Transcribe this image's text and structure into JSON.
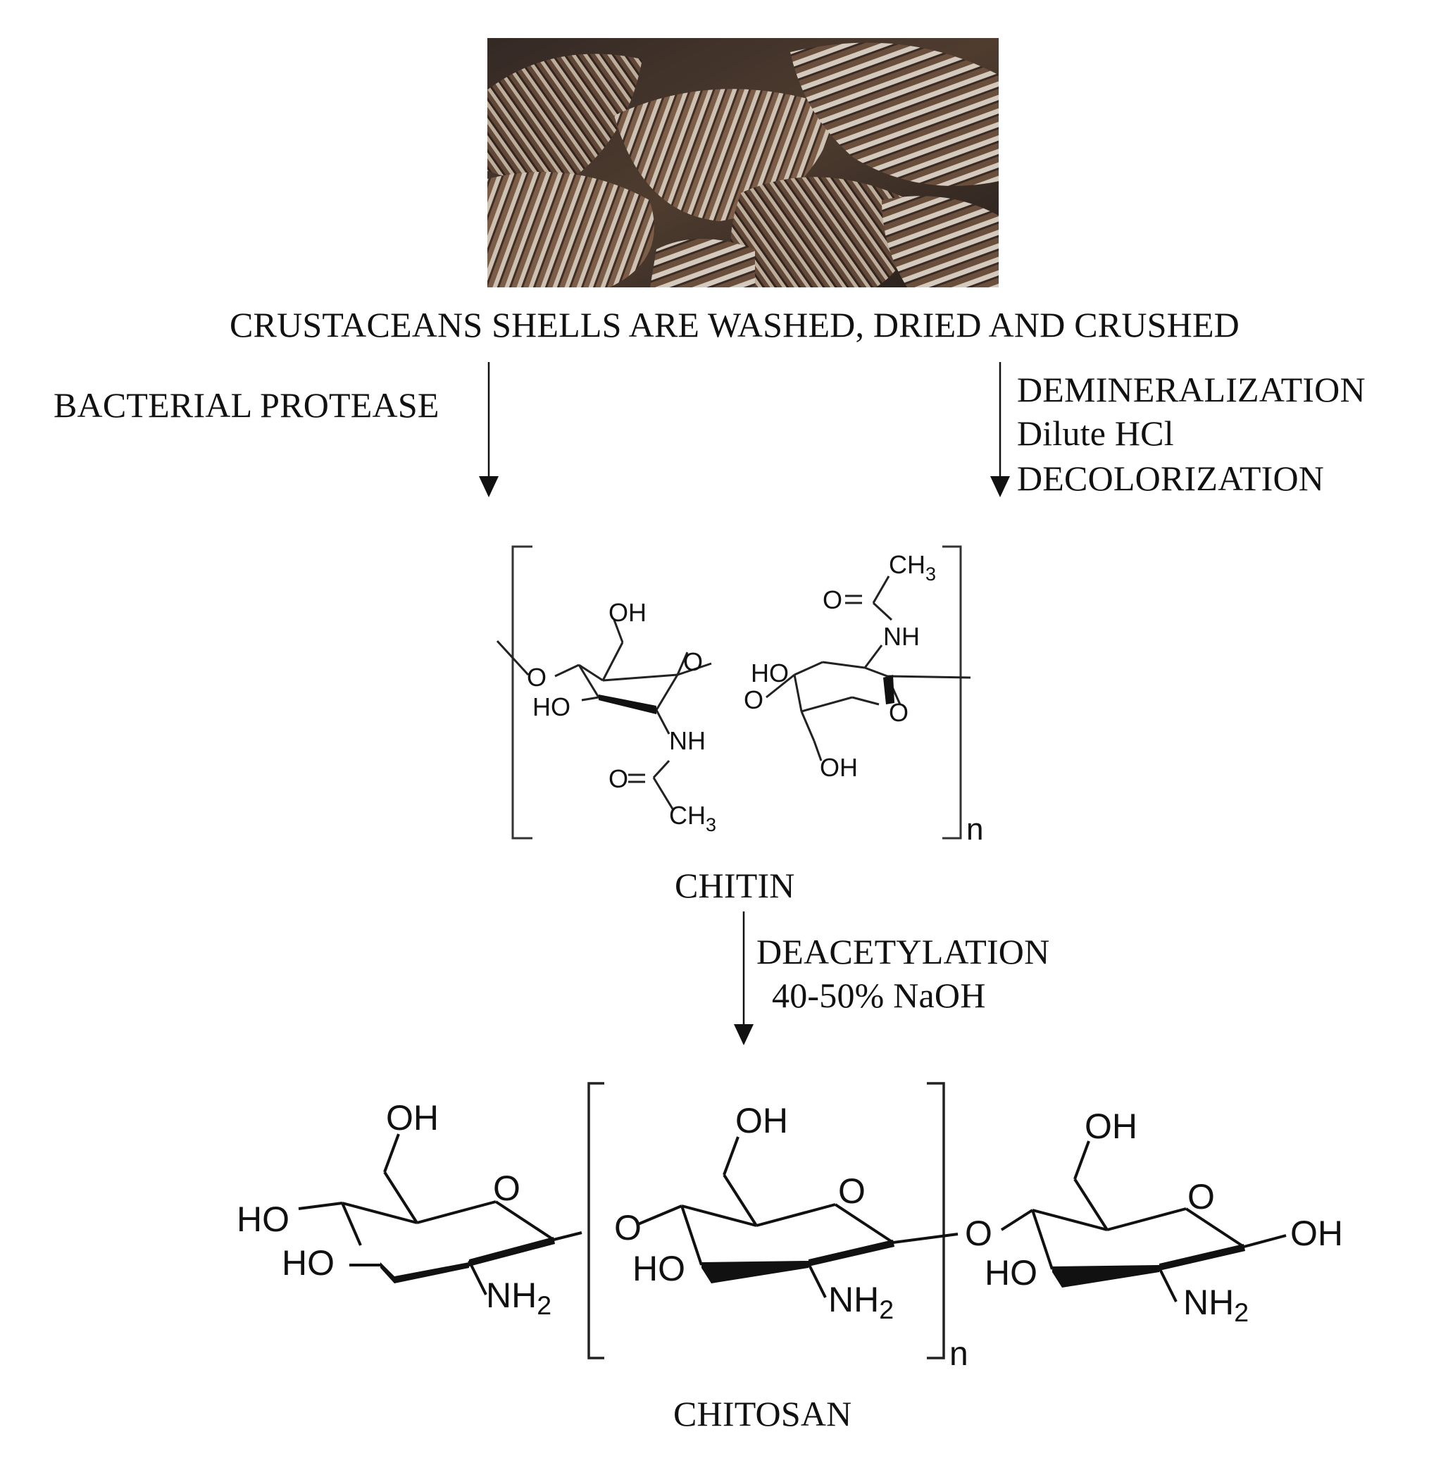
{
  "photo": {
    "icon": "seashells-photo"
  },
  "steps": {
    "washing": "CRUSTACEANS SHELLS ARE WASHED, DRIED AND CRUSHED",
    "left_treatment": "BACTERIAL PROTEASE",
    "right_treatment": [
      "DEMINERALIZATION",
      "Dilute HCl",
      "DECOLORIZATION"
    ],
    "deacetylation": [
      "DEACETYLATION",
      "40-50% NaOH"
    ]
  },
  "chitin": {
    "label": "CHITIN",
    "repeat_index": "n",
    "atoms": {
      "oh_top": "OH",
      "o_ring1": "O",
      "o_link_left": "O",
      "ho_ring1": "HO",
      "nh_ring1": "NH",
      "o_carbonyl1": "O",
      "ch3_1": "CH3",
      "o_glyco": "O",
      "ho_ring2": "HO",
      "nh_ring2": "NH",
      "o_carbonyl2": "O",
      "ch3_2": "CH3",
      "o_ring2": "O",
      "oh_bottom": "OH"
    }
  },
  "chitosan": {
    "label": "CHITOSAN",
    "repeat_index": "n",
    "atoms": {
      "left": {
        "oh": "OH",
        "ring_o": "O",
        "ho_c4": "HO",
        "ho_c3": "HO",
        "nh2": "NH2"
      },
      "link1": "O",
      "middle": {
        "oh": "OH",
        "ring_o": "O",
        "ho_c3": "HO",
        "nh2": "NH2"
      },
      "link2": "O",
      "right": {
        "oh": "OH",
        "ring_o": "O",
        "ho_c3": "HO",
        "nh2": "NH2",
        "oh_anomeric": "OH"
      }
    }
  }
}
